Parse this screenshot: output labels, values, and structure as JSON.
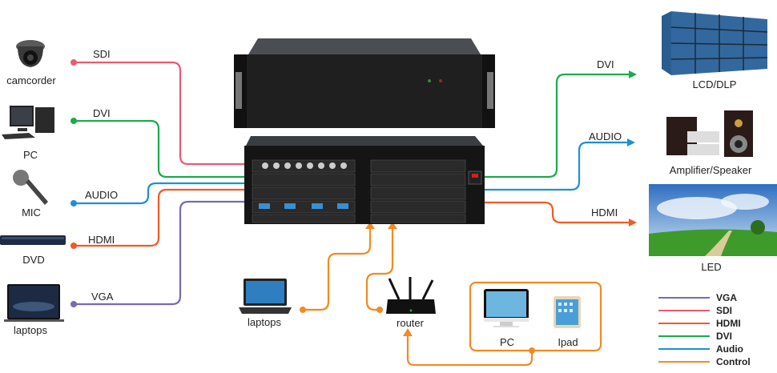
{
  "colors": {
    "VGA": "#7b68b5",
    "SDI": "#ea5a72",
    "HDMI": "#f05a28",
    "DVI": "#1aab4b",
    "Audio": "#1e90d2",
    "Control": "#f28a22"
  },
  "inputs": [
    {
      "device": "camcorder",
      "signal": "SDI"
    },
    {
      "device": "PC",
      "signal": "DVI"
    },
    {
      "device": "MIC",
      "signal": "AUDIO"
    },
    {
      "device": "DVD",
      "signal": "HDMI"
    },
    {
      "device": "laptops",
      "signal": "VGA"
    }
  ],
  "outputs": [
    {
      "device": "LCD/DLP",
      "signal": "DVI"
    },
    {
      "device": "Amplifier/Speaker",
      "signal": "AUDIO"
    },
    {
      "device": "LED",
      "signal": "HDMI"
    }
  ],
  "control": {
    "laptop_label": "laptops",
    "router_label": "router",
    "pc_label": "PC",
    "ipad_label": "Ipad"
  },
  "legend": [
    {
      "name": "VGA"
    },
    {
      "name": "SDI"
    },
    {
      "name": "HDMI"
    },
    {
      "name": "DVI"
    },
    {
      "name": "Audio"
    },
    {
      "name": "Control"
    }
  ]
}
